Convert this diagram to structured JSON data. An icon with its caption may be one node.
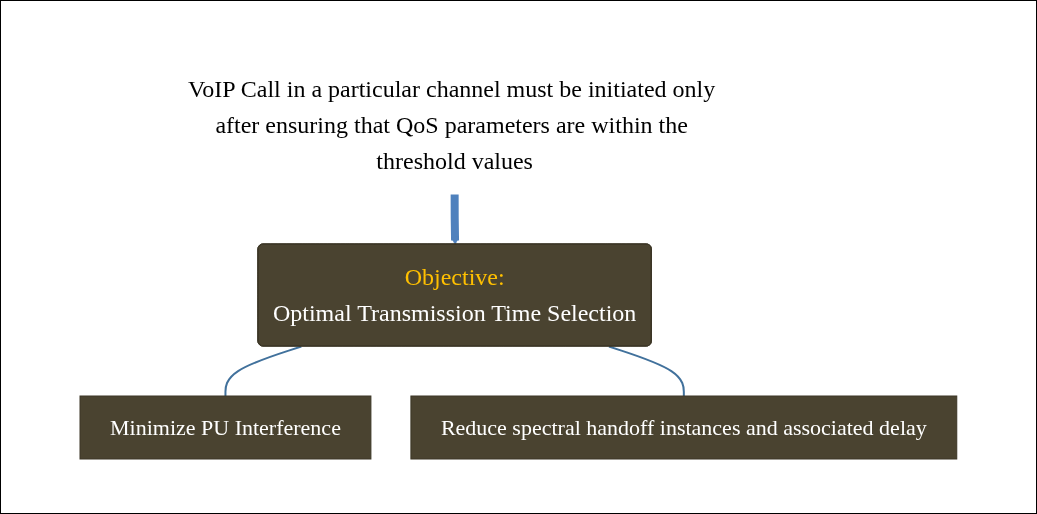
{
  "diagram": {
    "nodes": [
      {
        "text": [
          "VoIP Call in a particular channel must be initiated only after ensuring that QoS parameters are within the threshold values"
        ]
      },
      {
        "text": [
          "Objective:",
          "Optimal Transmission Time Selection"
        ]
      },
      {
        "text": [
          "Minimize PU Interference"
        ]
      },
      {
        "text": [
          "Reduce spectral handoff instances and associated delay"
        ]
      }
    ],
    "edges": [
      {
        "from": 0,
        "to": 1,
        "arrow": "to",
        "style": "thick",
        "color": "#4f81bd"
      },
      {
        "from": 1,
        "to": 2,
        "arrow": "none"
      },
      {
        "from": 1,
        "to": 3,
        "arrow": "none"
      }
    ]
  }
}
